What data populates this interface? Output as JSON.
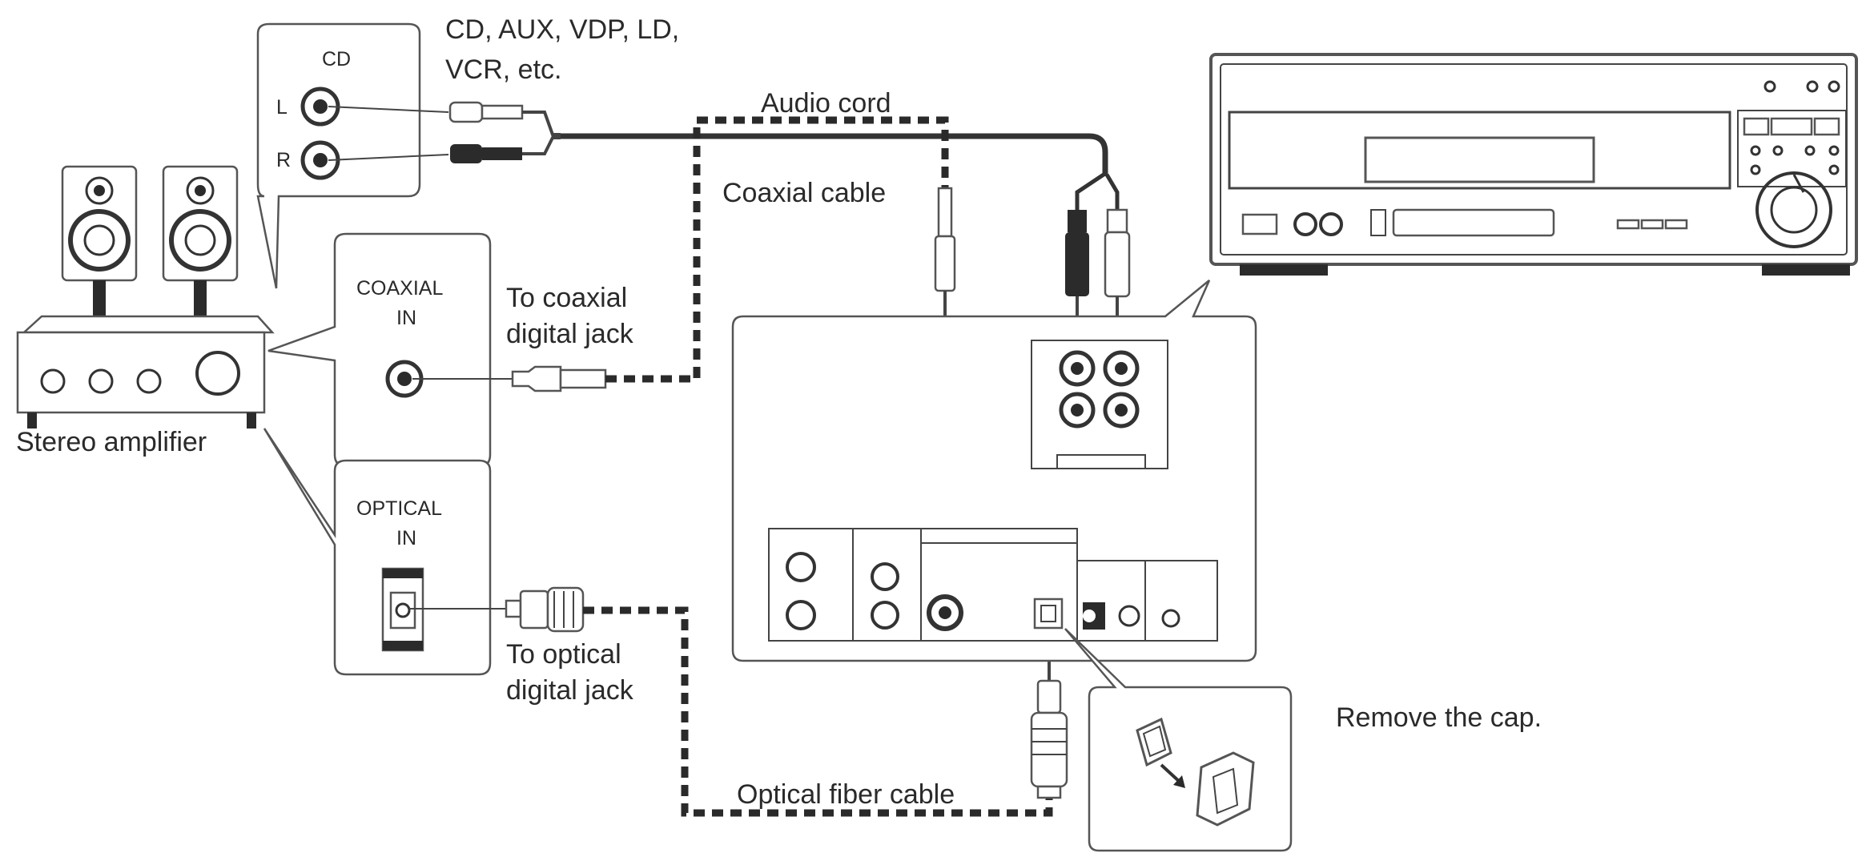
{
  "labels": {
    "sources": "CD, AUX, VDP, LD,",
    "sources_2": "VCR, etc.",
    "audio_cord": "Audio cord",
    "coaxial_cable": "Coaxial cable",
    "to_coaxial": "To coaxial",
    "digital_jack_1": "digital jack",
    "to_optical": "To optical",
    "digital_jack_2": "digital jack",
    "stereo_amplifier": "Stereo amplifier",
    "optical_fiber_cable": "Optical fiber cable",
    "remove_cap": "Remove the cap."
  },
  "callouts": {
    "cd_title": "CD",
    "left_channel": "L",
    "right_channel": "R",
    "coaxial_in_1": "COAXIAL",
    "coaxial_in_2": "IN",
    "optical_in_1": "OPTICAL",
    "optical_in_2": "IN"
  }
}
